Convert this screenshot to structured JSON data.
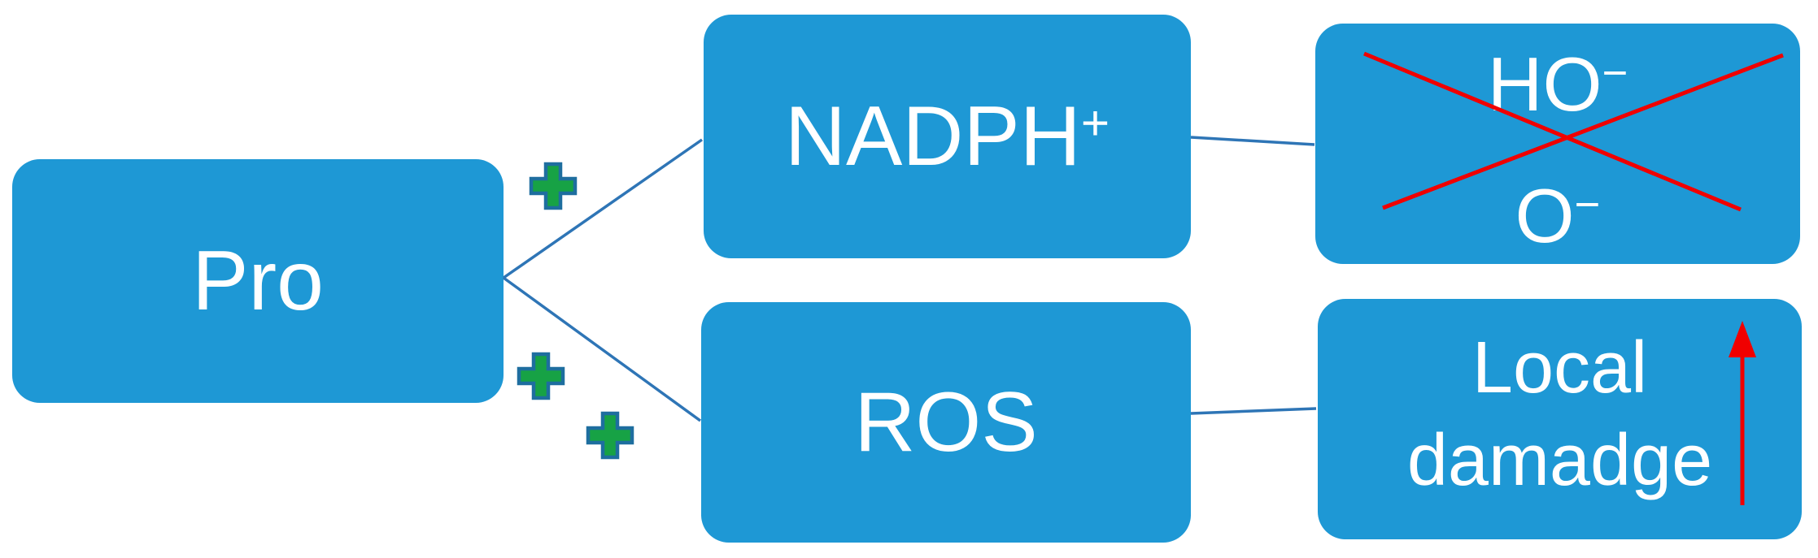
{
  "diagram": {
    "type": "flow-diagram",
    "background": "#ffffff",
    "colors": {
      "node_fill": "#1e98d5",
      "node_text": "#ffffff",
      "connector": "#2e75b6",
      "plus_fill": "#17a245",
      "plus_outline": "#1e6e9f",
      "cross_out": "#f00000",
      "increase_arrow": "#f00000"
    },
    "nodes": {
      "pro": {
        "label": "Pro"
      },
      "nadph": {
        "label": "NADPH",
        "superscript": "+"
      },
      "ros": {
        "label": "ROS"
      },
      "radicals": {
        "line1": "HO",
        "line1_superscript": "−",
        "line2": "O",
        "line2_superscript": "−",
        "annotation": "crossed-out"
      },
      "damage": {
        "line1": "Local",
        "line2": "damadge",
        "annotation": "increase-arrow"
      }
    },
    "edges": [
      {
        "from": "Pro",
        "to": "NADPH+",
        "marker": "plus"
      },
      {
        "from": "Pro",
        "to": "ROS",
        "marker": "double-plus"
      },
      {
        "from": "NADPH+",
        "to": "HO− / O−"
      },
      {
        "from": "ROS",
        "to": "Local damadge"
      }
    ],
    "plus_marker_count": 3
  }
}
